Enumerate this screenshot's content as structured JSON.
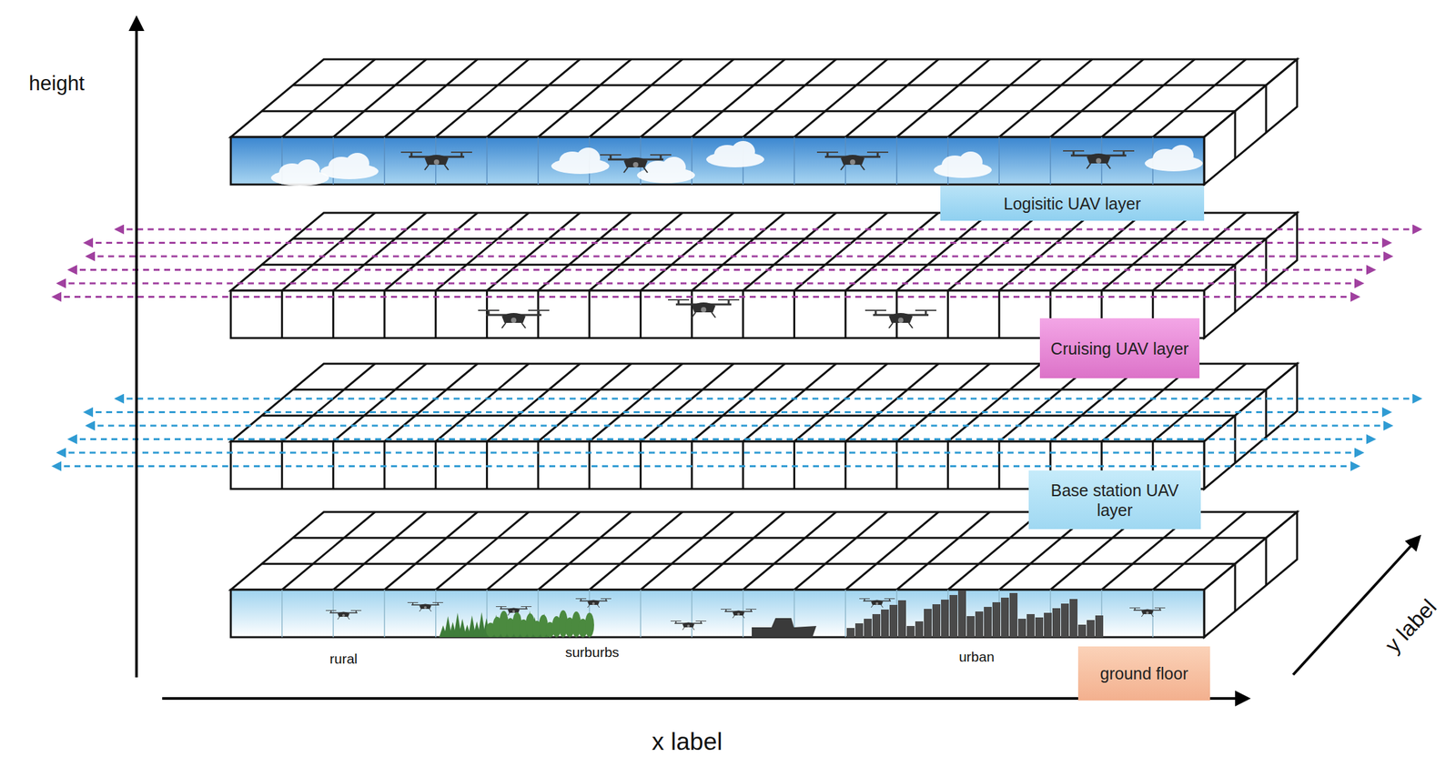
{
  "diagram": {
    "nodes": [
      {
        "text": [
          "Logisitic UAV layer"
        ]
      },
      {
        "text": [
          "Cruising UAV layer"
        ]
      },
      {
        "text": [
          "Base station UAV layer"
        ]
      },
      {
        "text": [
          "ground floor"
        ]
      }
    ],
    "labels": [
      "height",
      "x label",
      "y label",
      "rural",
      "surburbs",
      "urban"
    ]
  }
}
